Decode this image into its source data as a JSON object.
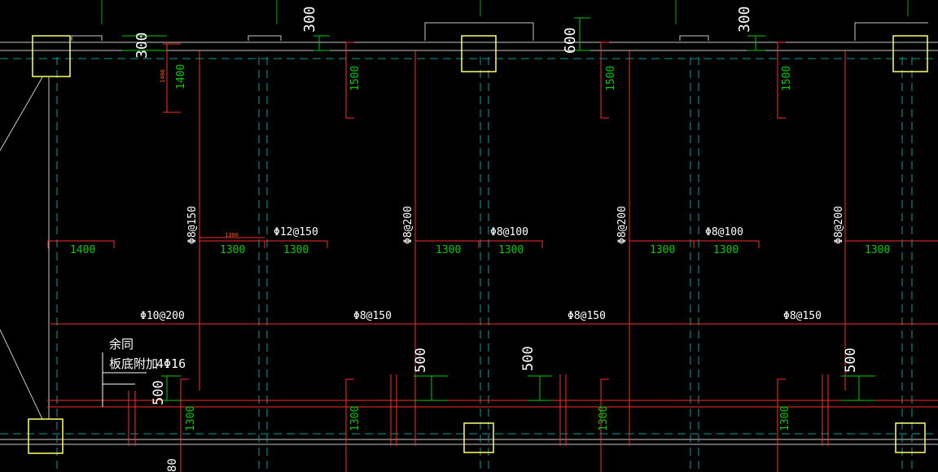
{
  "colors": {
    "background": "#000000",
    "wall": "#c8c8c8",
    "rebar": "#ff2a2a",
    "dimension": "#00cc00",
    "label": "#ffffff",
    "column": "#ffff66",
    "axis": "#00a0a0"
  },
  "top_dims": [
    "300",
    "300",
    "600",
    "300"
  ],
  "small_dim": "1400",
  "top_rebar_dims": [
    "1400",
    "1500",
    "1500",
    "1500"
  ],
  "mid_dims": [
    "1400",
    "1300",
    "1300",
    "1300",
    "1300",
    "1300",
    "1300",
    "1300"
  ],
  "mid_small_dim": "1300",
  "mid_labels": [
    "Φ8@150",
    "Φ12@150",
    "Φ8@200",
    "Φ8@100",
    "Φ8@200",
    "Φ8@100",
    "Φ8@200"
  ],
  "lower_labels": [
    "Φ10@200",
    "Φ8@150",
    "Φ8@150",
    "Φ8@150"
  ],
  "note": {
    "line1": "余同",
    "line2": "板底附加",
    "line3": "4Φ16"
  },
  "bottom_dims": [
    "500",
    "500",
    "500",
    "500"
  ],
  "bottom_rebar_dims": [
    "1300",
    "1300",
    "1300",
    "1300"
  ],
  "edge_dim": "80"
}
